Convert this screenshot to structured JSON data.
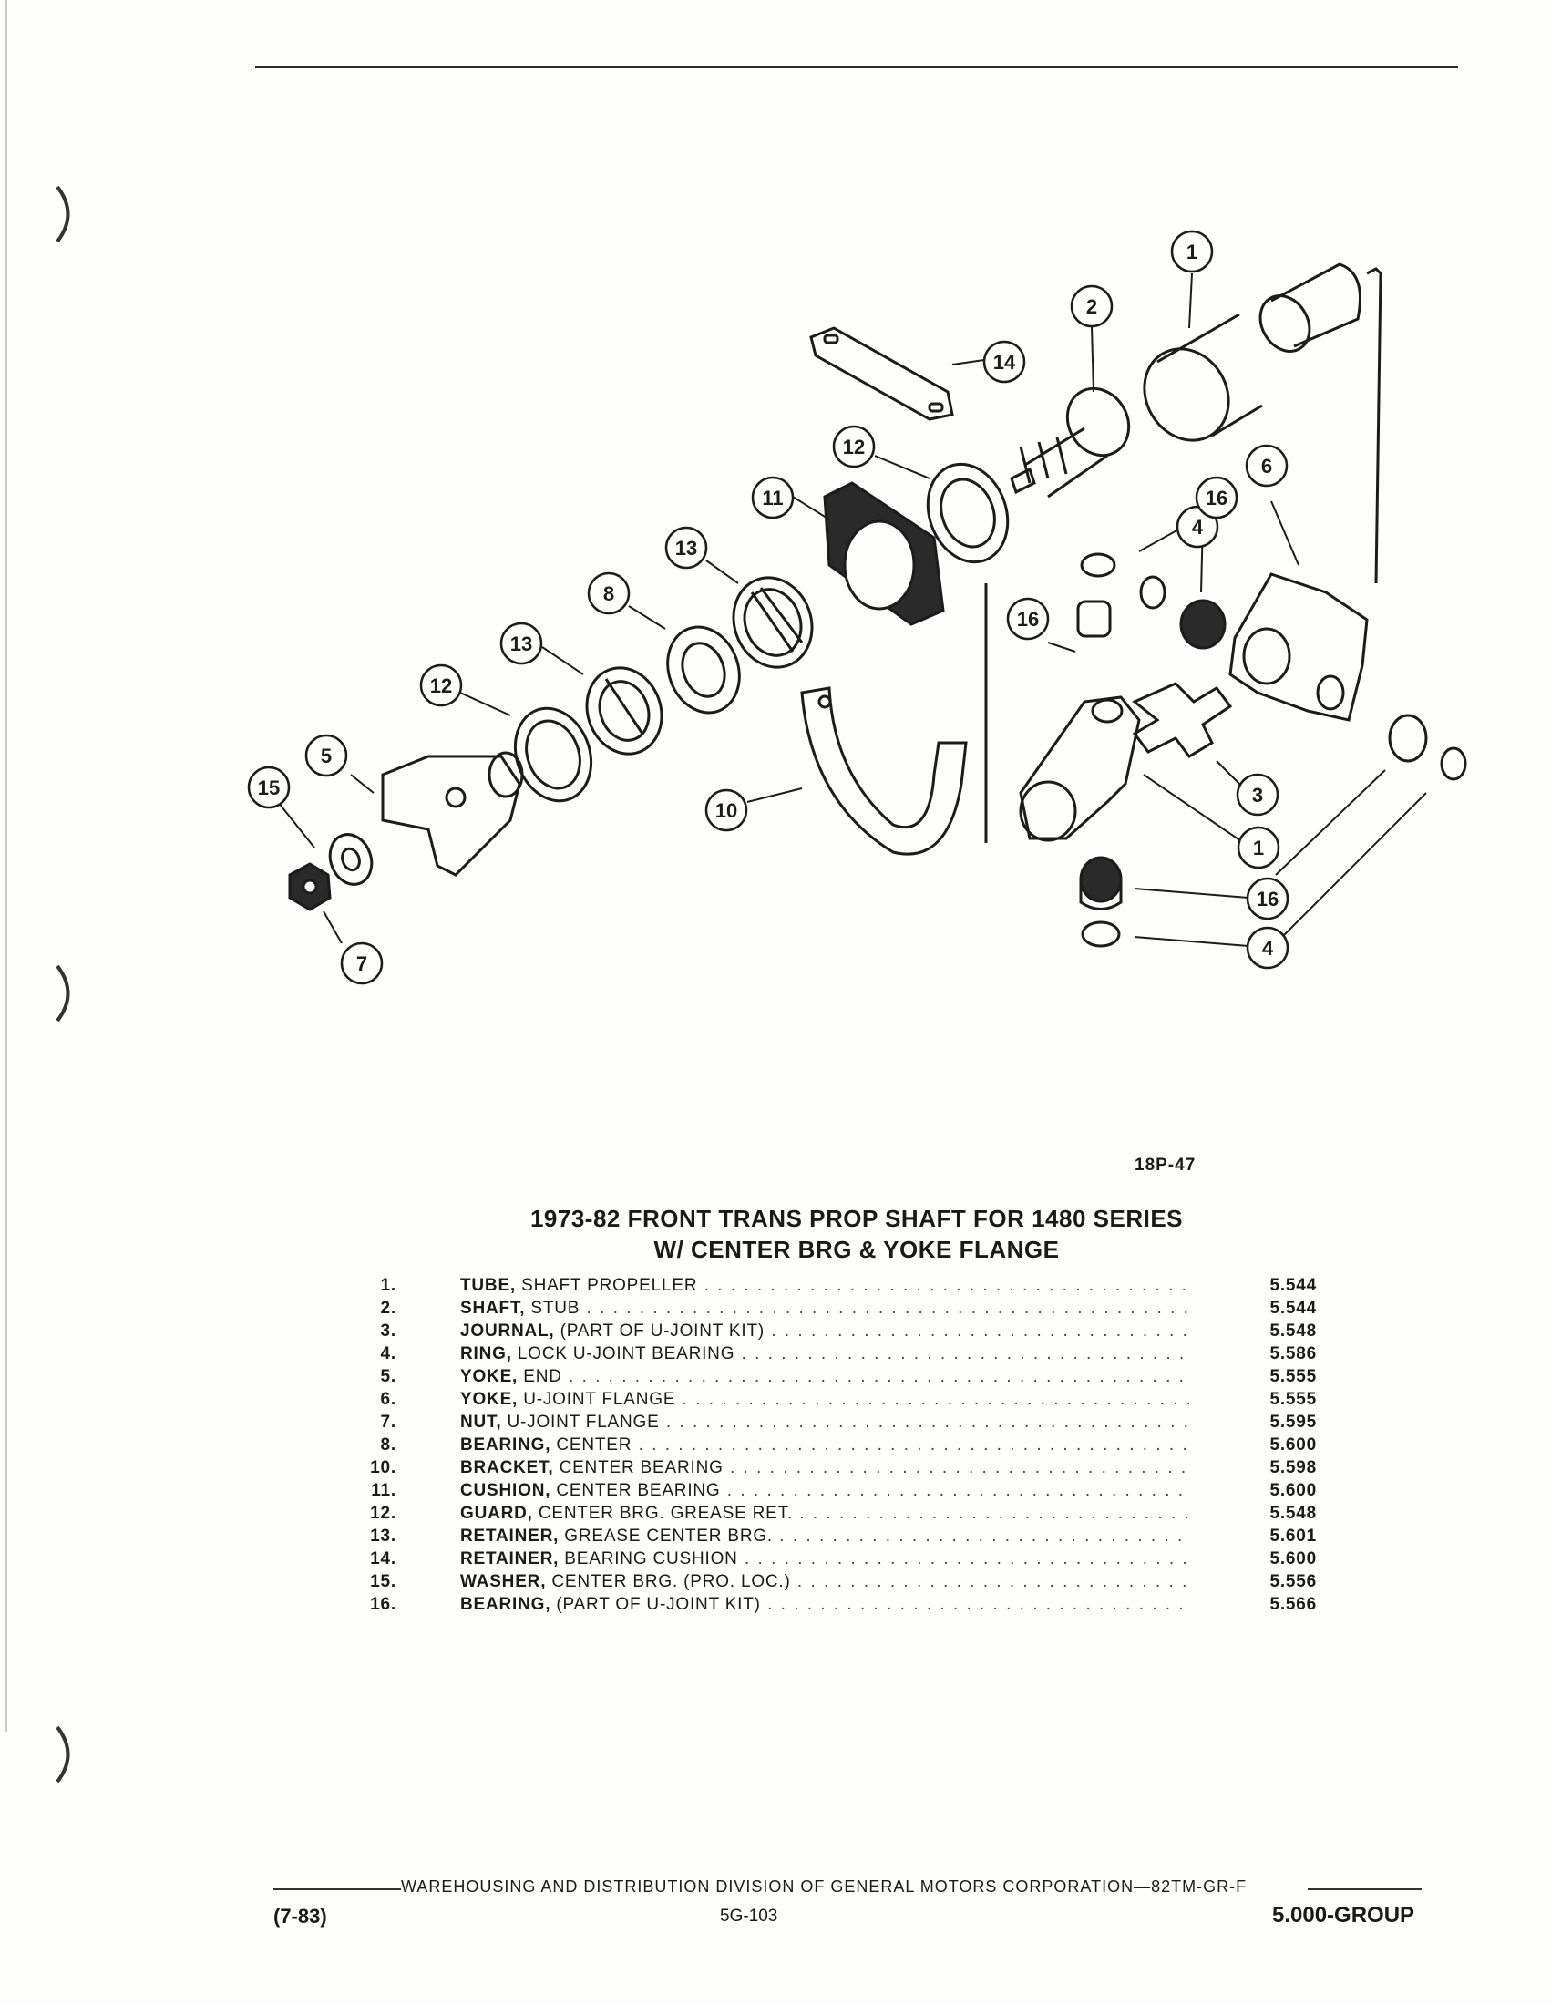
{
  "figure_code": "18P-47",
  "title": {
    "line1": "1973-82 FRONT TRANS PROP SHAFT FOR 1480 SERIES",
    "line2": "W/ CENTER BRG & YOKE FLANGE"
  },
  "callouts": [
    "1",
    "2",
    "14",
    "12",
    "11",
    "13",
    "8",
    "13",
    "12",
    "5",
    "15",
    "7",
    "10",
    "4",
    "16",
    "6",
    "16",
    "3",
    "1",
    "16",
    "4"
  ],
  "parts": [
    {
      "num": "1.",
      "name": "TUBE,",
      "desc": "SHAFT PROPELLER",
      "code": "5.544"
    },
    {
      "num": "2.",
      "name": "SHAFT,",
      "desc": "STUB",
      "code": "5.544"
    },
    {
      "num": "3.",
      "name": "JOURNAL,",
      "desc": "(PART OF U-JOINT KIT)",
      "code": "5.548"
    },
    {
      "num": "4.",
      "name": "RING,",
      "desc": "LOCK U-JOINT BEARING",
      "code": "5.586"
    },
    {
      "num": "5.",
      "name": "YOKE,",
      "desc": "END",
      "code": "5.555"
    },
    {
      "num": "6.",
      "name": "YOKE,",
      "desc": "U-JOINT FLANGE",
      "code": "5.555"
    },
    {
      "num": "7.",
      "name": "NUT,",
      "desc": "U-JOINT FLANGE",
      "code": "5.595"
    },
    {
      "num": "8.",
      "name": "BEARING,",
      "desc": "CENTER",
      "code": "5.600"
    },
    {
      "num": "10.",
      "name": "BRACKET,",
      "desc": "CENTER BEARING",
      "code": "5.598"
    },
    {
      "num": "11.",
      "name": "CUSHION,",
      "desc": "CENTER BEARING",
      "code": "5.600"
    },
    {
      "num": "12.",
      "name": "GUARD,",
      "desc": "CENTER BRG. GREASE RET.",
      "code": "5.548"
    },
    {
      "num": "13.",
      "name": "RETAINER,",
      "desc": "GREASE CENTER BRG.",
      "code": "5.601"
    },
    {
      "num": "14.",
      "name": "RETAINER,",
      "desc": "BEARING CUSHION",
      "code": "5.600"
    },
    {
      "num": "15.",
      "name": "WASHER,",
      "desc": "CENTER BRG. (PRO. LOC.)",
      "code": "5.556"
    },
    {
      "num": "16.",
      "name": "BEARING,",
      "desc": "(PART OF U-JOINT KIT)",
      "code": "5.566"
    }
  ],
  "footer": {
    "division": "WAREHOUSING AND DISTRIBUTION DIVISION OF GENERAL MOTORS CORPORATION—82TM-GR-F",
    "date": "(7-83)",
    "page": "5G-103",
    "group": "5.000-GROUP"
  }
}
